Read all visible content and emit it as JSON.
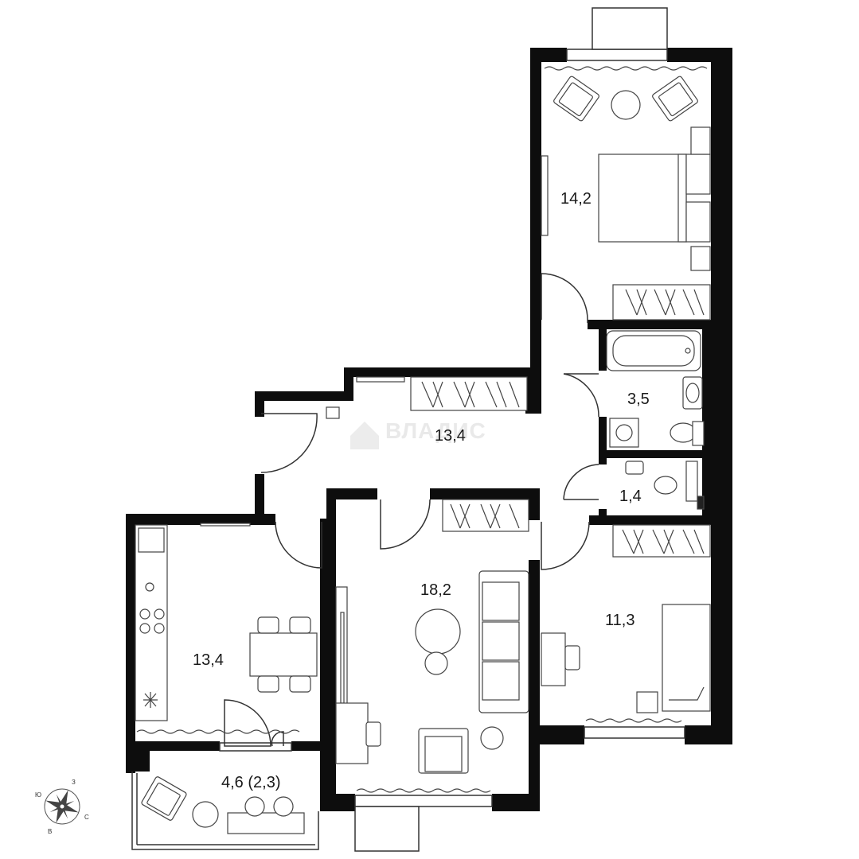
{
  "watermark": "ВЛАДИС",
  "rooms": [
    {
      "id": "bedroom-1",
      "area": "14,2"
    },
    {
      "id": "bathroom",
      "area": "3,5"
    },
    {
      "id": "hallway",
      "area": "13,4"
    },
    {
      "id": "toilet",
      "area": "1,4"
    },
    {
      "id": "living-room",
      "area": "18,2"
    },
    {
      "id": "bedroom-2",
      "area": "11,3"
    },
    {
      "id": "kitchen",
      "area": "13,4"
    },
    {
      "id": "balcony",
      "area": "4,6 (2,3)"
    }
  ],
  "compass": {
    "n": "З",
    "w": "Ю",
    "e": "С",
    "s": "В"
  },
  "colors": {
    "wall": "#0d0d0d",
    "line": "#333333",
    "fill": "#ffffff",
    "watermark": "#e9e9e9"
  }
}
